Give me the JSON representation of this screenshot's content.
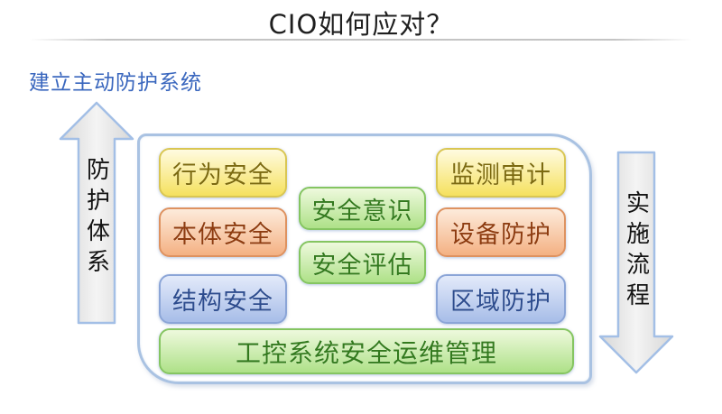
{
  "title": "CIO如何应对？",
  "subtitle": "建立主动防护系统",
  "left_arrow": {
    "label": "防护体系",
    "direction": "up"
  },
  "right_arrow": {
    "label": "实施流程",
    "direction": "down"
  },
  "panel": {
    "boxes": {
      "behavior_security": {
        "label": "行为安全",
        "color": "yellow"
      },
      "ontology_security": {
        "label": "本体安全",
        "color": "orange"
      },
      "structure_security": {
        "label": "结构安全",
        "color": "blue"
      },
      "security_awareness": {
        "label": "安全意识",
        "color": "green"
      },
      "security_assessment": {
        "label": "安全评估",
        "color": "green"
      },
      "monitoring_audit": {
        "label": "监测审计",
        "color": "yellow"
      },
      "equipment_protection": {
        "label": "设备防护",
        "color": "orange"
      },
      "zone_protection": {
        "label": "区域防护",
        "color": "blue"
      },
      "ics_ops_management": {
        "label": "工控系统安全运维管理",
        "color": "green"
      }
    }
  },
  "palette": {
    "accent-blue": "#3a67be",
    "panel-border": "#a9c2e2",
    "arrow-fill-top": "#f4f4f4",
    "arrow-fill-bottom": "#d7d7d7",
    "arrow-stroke": "#a3bfe6",
    "yellow-fill-top": "#fffbe0",
    "yellow-fill-bottom": "#f5e15e",
    "yellow-border": "#d9c653",
    "yellow-text": "#7c6a10",
    "orange-fill-top": "#fdebdb",
    "orange-fill-bottom": "#f4b183",
    "orange-border": "#de9260",
    "orange-text": "#8e3c10",
    "blue-fill-top": "#e3eafa",
    "blue-fill-bottom": "#a7bde8",
    "blue-border": "#8ba5d7",
    "blue-text": "#2d4c8e",
    "green-fill-top": "#eef9dd",
    "green-fill-bottom": "#aee188",
    "green-border": "#85c561",
    "green-text": "#337a1e"
  }
}
